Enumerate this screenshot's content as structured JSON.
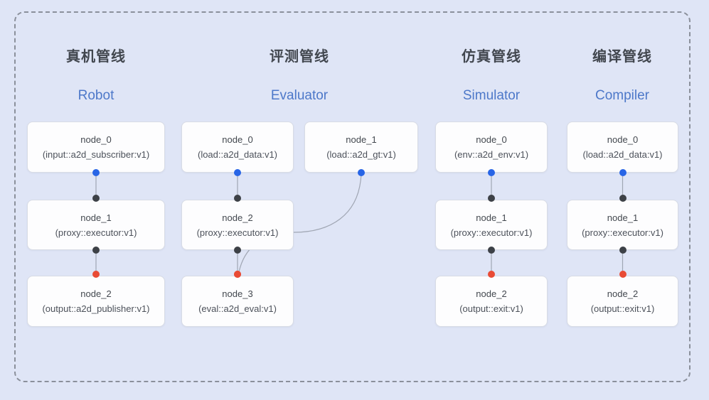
{
  "diagram": {
    "colors": {
      "background": "#dfe5f6",
      "frame_border": "#8b909b",
      "card_background": "#fdfdfe",
      "card_border": "#d8dce5",
      "edge_line": "#a0a6b3",
      "title_zh_color": "#42474f",
      "title_en_color": "#4d78c9",
      "port_source": "#2865e6",
      "port_intermediate": "#3d4147",
      "port_sink": "#e94b35"
    },
    "pipelines": [
      {
        "id": "robot",
        "title_zh": "真机管线",
        "title_en": "Robot",
        "nodes": [
          {
            "id": "robot_n0",
            "label": "node_0",
            "type": "(input::a2d_subscriber:v1)"
          },
          {
            "id": "robot_n1",
            "label": "node_1",
            "type": "(proxy::executor:v1)"
          },
          {
            "id": "robot_n2",
            "label": "node_2",
            "type": "(output::a2d_publisher:v1)"
          }
        ]
      },
      {
        "id": "evaluator",
        "title_zh": "评测管线",
        "title_en": "Evaluator",
        "nodes": [
          {
            "id": "eval_n0",
            "label": "node_0",
            "type": "(load::a2d_data:v1)"
          },
          {
            "id": "eval_n1",
            "label": "node_1",
            "type": "(load::a2d_gt:v1)"
          },
          {
            "id": "eval_n2",
            "label": "node_2",
            "type": "(proxy::executor:v1)"
          },
          {
            "id": "eval_n3",
            "label": "node_3",
            "type": "(eval::a2d_eval:v1)"
          }
        ]
      },
      {
        "id": "simulator",
        "title_zh": "仿真管线",
        "title_en": "Simulator",
        "nodes": [
          {
            "id": "sim_n0",
            "label": "node_0",
            "type": "(env::a2d_env:v1)"
          },
          {
            "id": "sim_n1",
            "label": "node_1",
            "type": "(proxy::executor:v1)"
          },
          {
            "id": "sim_n2",
            "label": "node_2",
            "type": "(output::exit:v1)"
          }
        ]
      },
      {
        "id": "compiler",
        "title_zh": "编译管线",
        "title_en": "Compiler",
        "nodes": [
          {
            "id": "comp_n0",
            "label": "node_0",
            "type": "(load::a2d_data:v1)"
          },
          {
            "id": "comp_n1",
            "label": "node_1",
            "type": "(proxy::executor:v1)"
          },
          {
            "id": "comp_n2",
            "label": "node_2",
            "type": "(output::exit:v1)"
          }
        ]
      }
    ],
    "edges": [
      {
        "from": "robot_n0",
        "to": "robot_n1",
        "from_port": "source",
        "to_port": "intermediate",
        "curved": false
      },
      {
        "from": "robot_n1",
        "to": "robot_n2",
        "from_port": "intermediate",
        "to_port": "sink",
        "curved": false
      },
      {
        "from": "eval_n0",
        "to": "eval_n2",
        "from_port": "source",
        "to_port": "intermediate",
        "curved": false
      },
      {
        "from": "eval_n2",
        "to": "eval_n3",
        "from_port": "intermediate",
        "to_port": "sink",
        "curved": false
      },
      {
        "from": "eval_n1",
        "to": "eval_n3",
        "from_port": "source",
        "to_port": "sink",
        "curved": true
      },
      {
        "from": "sim_n0",
        "to": "sim_n1",
        "from_port": "source",
        "to_port": "intermediate",
        "curved": false
      },
      {
        "from": "sim_n1",
        "to": "sim_n2",
        "from_port": "intermediate",
        "to_port": "sink",
        "curved": false
      },
      {
        "from": "comp_n0",
        "to": "comp_n1",
        "from_port": "source",
        "to_port": "intermediate",
        "curved": false
      },
      {
        "from": "comp_n1",
        "to": "comp_n2",
        "from_port": "intermediate",
        "to_port": "sink",
        "curved": false
      }
    ]
  }
}
